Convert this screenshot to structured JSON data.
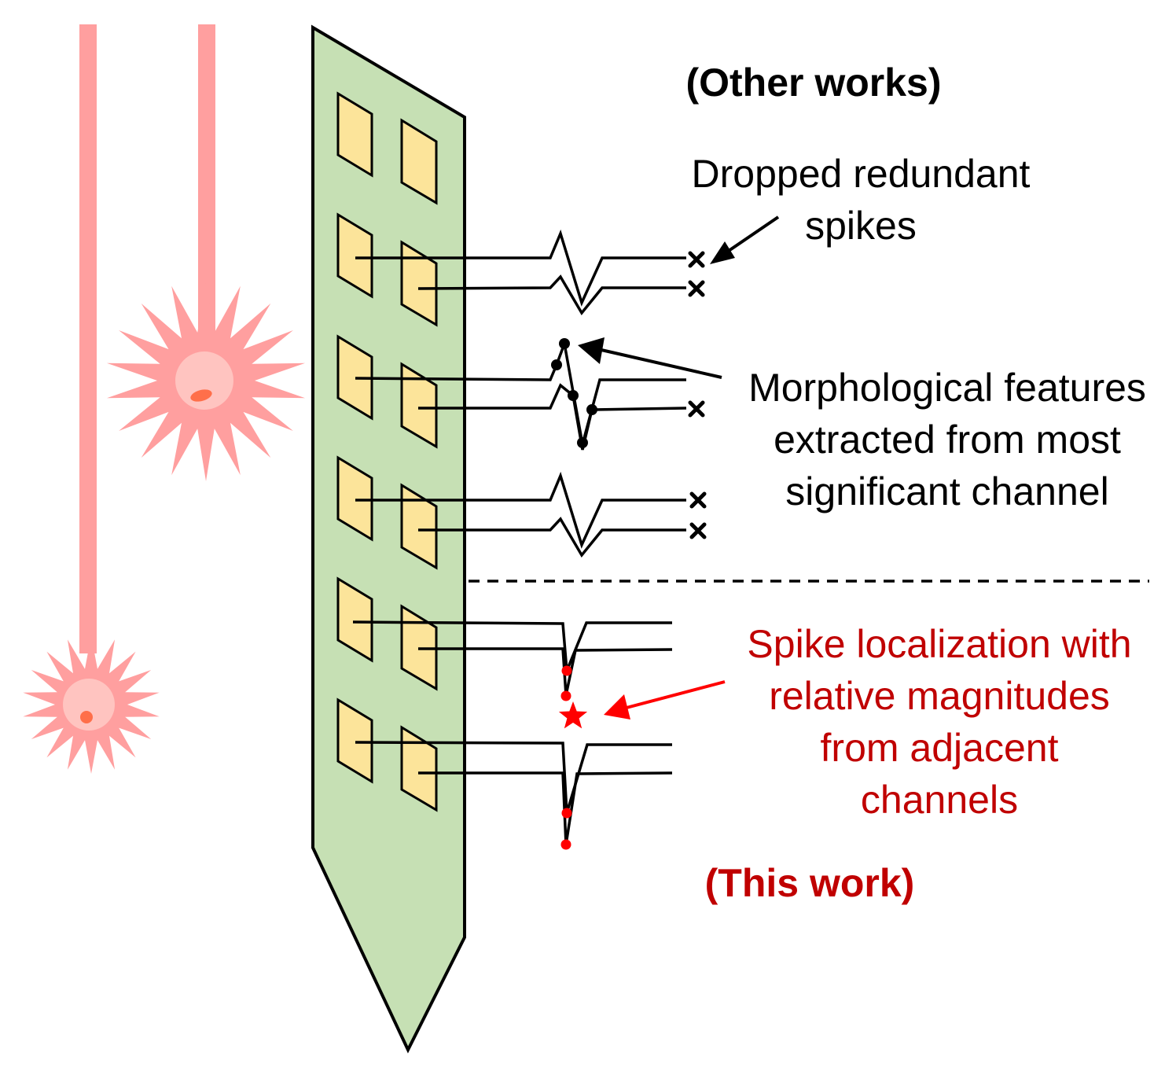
{
  "labels": {
    "other_works": "(Other works)",
    "dropped_line1": "Dropped redundant",
    "dropped_line2": "spikes",
    "morph_line1": "Morphological features",
    "morph_line2": "extracted from most",
    "morph_line3": "significant channel",
    "spike_loc_line1": "Spike localization with",
    "spike_loc_line2": "relative magnitudes",
    "spike_loc_line3": "from adjacent",
    "spike_loc_line4": "channels",
    "this_work": "(This work)"
  },
  "colors": {
    "probe_fill": "#c6e0b4",
    "electrode_fill": "#fce49a",
    "neuron": "#ff9f9f",
    "neuron_soma": "#ffc4c0",
    "neuron_nucleus": "#ff6f4a",
    "this_work_red": "#c00000",
    "marker_red": "#ff0000"
  }
}
